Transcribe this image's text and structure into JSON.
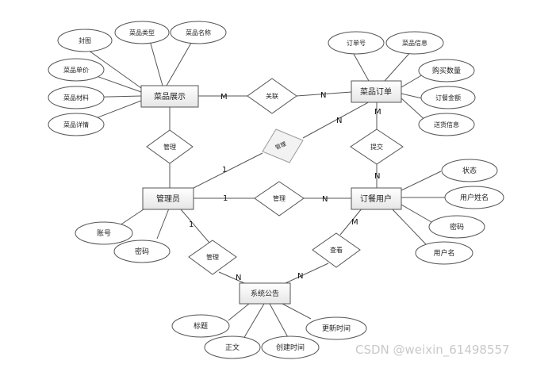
{
  "entities": {
    "dish_display": "菜品展示",
    "dish_order": "菜品订单",
    "admin": "管理员",
    "order_user": "订餐用户",
    "announcement": "系统公告"
  },
  "relations": {
    "associate": "关联",
    "manage_dish": "管理",
    "manage_order": "管理",
    "manage_user": "管理",
    "submit": "提交",
    "manage_notice": "管理",
    "view_notice": "查看"
  },
  "attributes": {
    "cover": "封图",
    "dish_type": "菜品类型",
    "dish_name": "菜品名称",
    "dish_price": "菜品单价",
    "dish_material": "菜品材料",
    "dish_detail": "菜品详情",
    "order_no": "订单号",
    "dish_info": "菜品信息",
    "buy_qty": "购买数量",
    "order_amount": "订餐金额",
    "delivery_info": "送货信息",
    "status": "状态",
    "user_realname": "用户姓名",
    "user_password": "密码",
    "username": "用户名",
    "account": "账号",
    "admin_password": "密码",
    "title": "标题",
    "body": "正文",
    "create_time": "创建时间",
    "update_time": "更新时间"
  },
  "cardinality": {
    "m": "M",
    "n": "N",
    "one": "1"
  },
  "watermark": "CSDN @weixin_61498557"
}
